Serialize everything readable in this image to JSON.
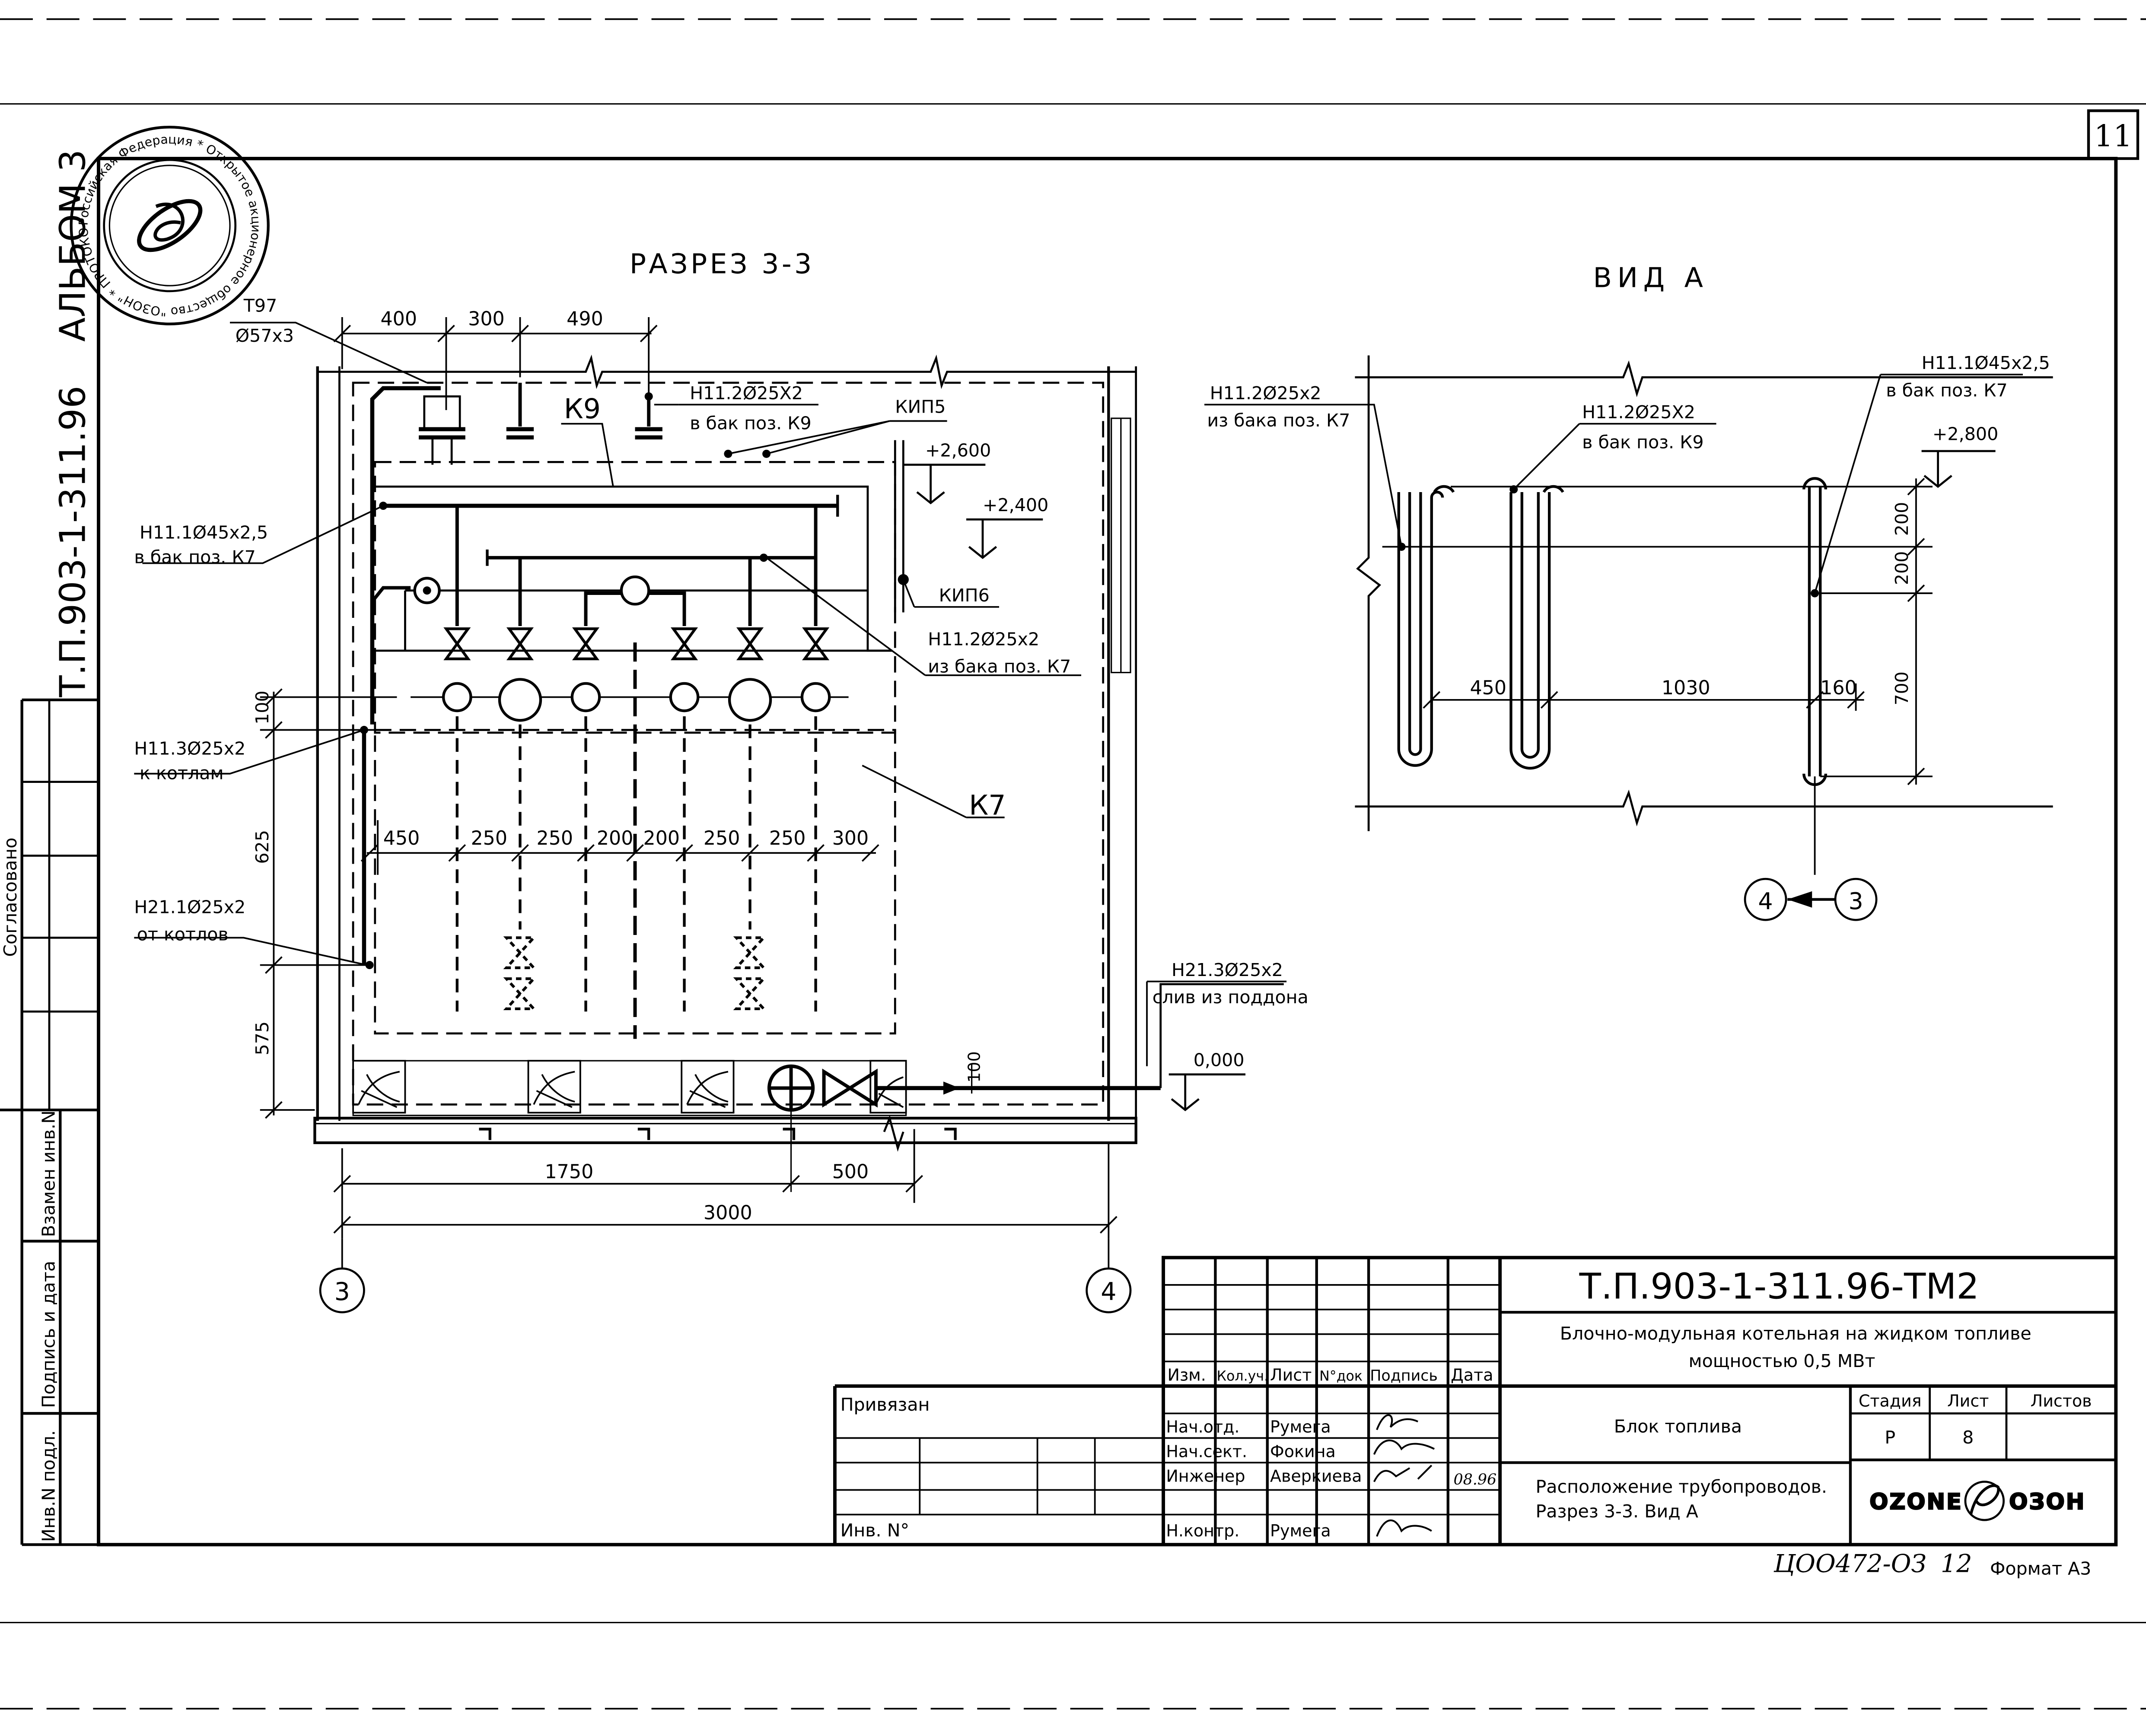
{
  "sheet": {
    "sheet_number": "11",
    "album": "АЛЬБОМ 3",
    "project_code_vertical": "Т.П.903-1-311.96",
    "stamp_text": "Российская Федерация * Открытое акционерное общество \"ОЗОН\" * ПРОТОКОЛ-11",
    "left_strip": {
      "agreed": "Согласовано",
      "replacement_inv": "Взамен инв.N",
      "signature_date": "Подпись и дата",
      "inv_original": "Инв.N подл."
    },
    "bottom_note": "ЦОО472-ОЗ",
    "bottom_note_num": "12",
    "format": "Формат А3"
  },
  "section": {
    "title": "РАЗРЕЗ 3-3",
    "pipe_t97": "Т97",
    "pipe_t97_size": "Ø57х3",
    "k9_label": "К9",
    "k7_label": "К7",
    "n112_top": "Н11.2Ø25Х2",
    "n112_top_note": "в бак поз. К9",
    "kip5": "КИП5",
    "kip6": "КИП6",
    "elev_2600": "+2,600",
    "elev_2400": "+2,400",
    "elev_0000": "0,000",
    "n111": "Н11.1Ø45х2,5",
    "n111_note": "в бак поз. К7",
    "n112_right": "Н11.2Ø25х2",
    "n112_right_note": "из бака поз. К7",
    "n113": "Н11.3Ø25х2",
    "n113_note": "к котлам",
    "n211": "Н21.1Ø25х2",
    "n211_note": "от котлов",
    "n213": "Н21.3Ø25х2",
    "n213_note": "слив из поддона",
    "dims_top": [
      "400",
      "300",
      "490"
    ],
    "dims_mid": [
      "450",
      "250",
      "250",
      "200",
      "200",
      "250",
      "250",
      "300"
    ],
    "dims_vert": [
      "100",
      "625",
      "575"
    ],
    "dim_100_right": "100",
    "dims_bottom": [
      "1750",
      "500"
    ],
    "dim_total": "3000",
    "axis_left": "3",
    "axis_right": "4"
  },
  "view_a": {
    "title": "ВИД А",
    "n112_left": "Н11.2Ø25х2",
    "n112_left_note": "из бака поз. К7",
    "n112_mid": "Н11.2Ø25Х2",
    "n112_mid_note": "в бак поз. К9",
    "n111": "Н11.1Ø45х2,5",
    "n111_note": "в бак поз. К7",
    "elev_2800": "+2,800",
    "dims_vert": [
      "200",
      "200",
      "700"
    ],
    "dims_horiz": [
      "450",
      "1030",
      "160"
    ],
    "axis_from": "4",
    "axis_to": "3"
  },
  "title_block": {
    "doc_code": "Т.П.903-1-311.96-ТМ2",
    "project_title_1": "Блочно-модульная котельная на жидком топливе",
    "project_title_2": "мощностью 0,5 МВт",
    "block_name": "Блок топлива",
    "drawing_title_1": "Расположение трубопроводов.",
    "drawing_title_2": "Разрез 3-3. Вид А",
    "col_headers": [
      "Изм.",
      "Кол.уч.",
      "Лист",
      "N°док",
      "Подпись",
      "Дата"
    ],
    "roles": [
      "Нач.отд.",
      "Нач.сект.",
      "Инженер",
      "Н.контр."
    ],
    "names": [
      "Румега",
      "Фокина",
      "Аверкиева",
      "Румега"
    ],
    "date_engineer": "08.96",
    "stage_header": "Стадия",
    "sheet_header": "Лист",
    "sheets_header": "Листов",
    "stage": "Р",
    "sheet": "8",
    "sheets": "",
    "privyazan": "Привязан",
    "inv_no": "Инв. N°",
    "logo_left": "OZONE",
    "logo_right": "ОЗОН"
  }
}
